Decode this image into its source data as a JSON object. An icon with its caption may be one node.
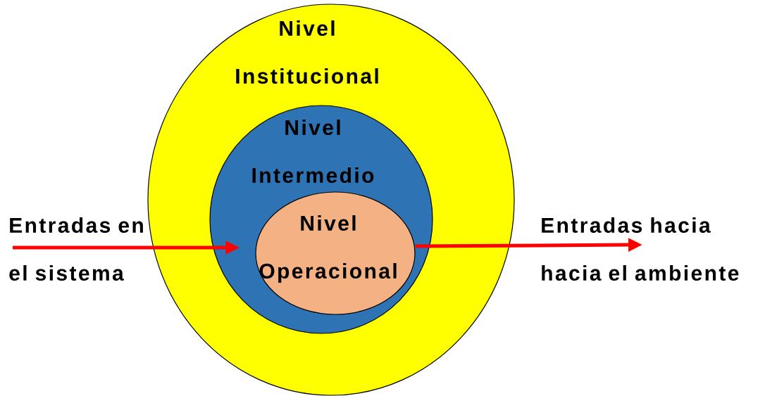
{
  "diagram": {
    "nodes": [
      {
        "text": [
          "Nivel Institucional"
        ]
      },
      {
        "text": [
          "Nivel Intermedio"
        ],
        "in": 0
      },
      {
        "text": [
          "Nivel Operacional"
        ],
        "in": 1
      },
      {
        "text": [
          "Entradas en el sistema"
        ]
      },
      {
        "text": [
          "Entradas hacia hacia el ambiente"
        ]
      }
    ],
    "edges": [
      {
        "from": 3,
        "to": 2,
        "arrow": "to"
      },
      {
        "from": 2,
        "to": 4,
        "arrow": "to"
      }
    ]
  }
}
